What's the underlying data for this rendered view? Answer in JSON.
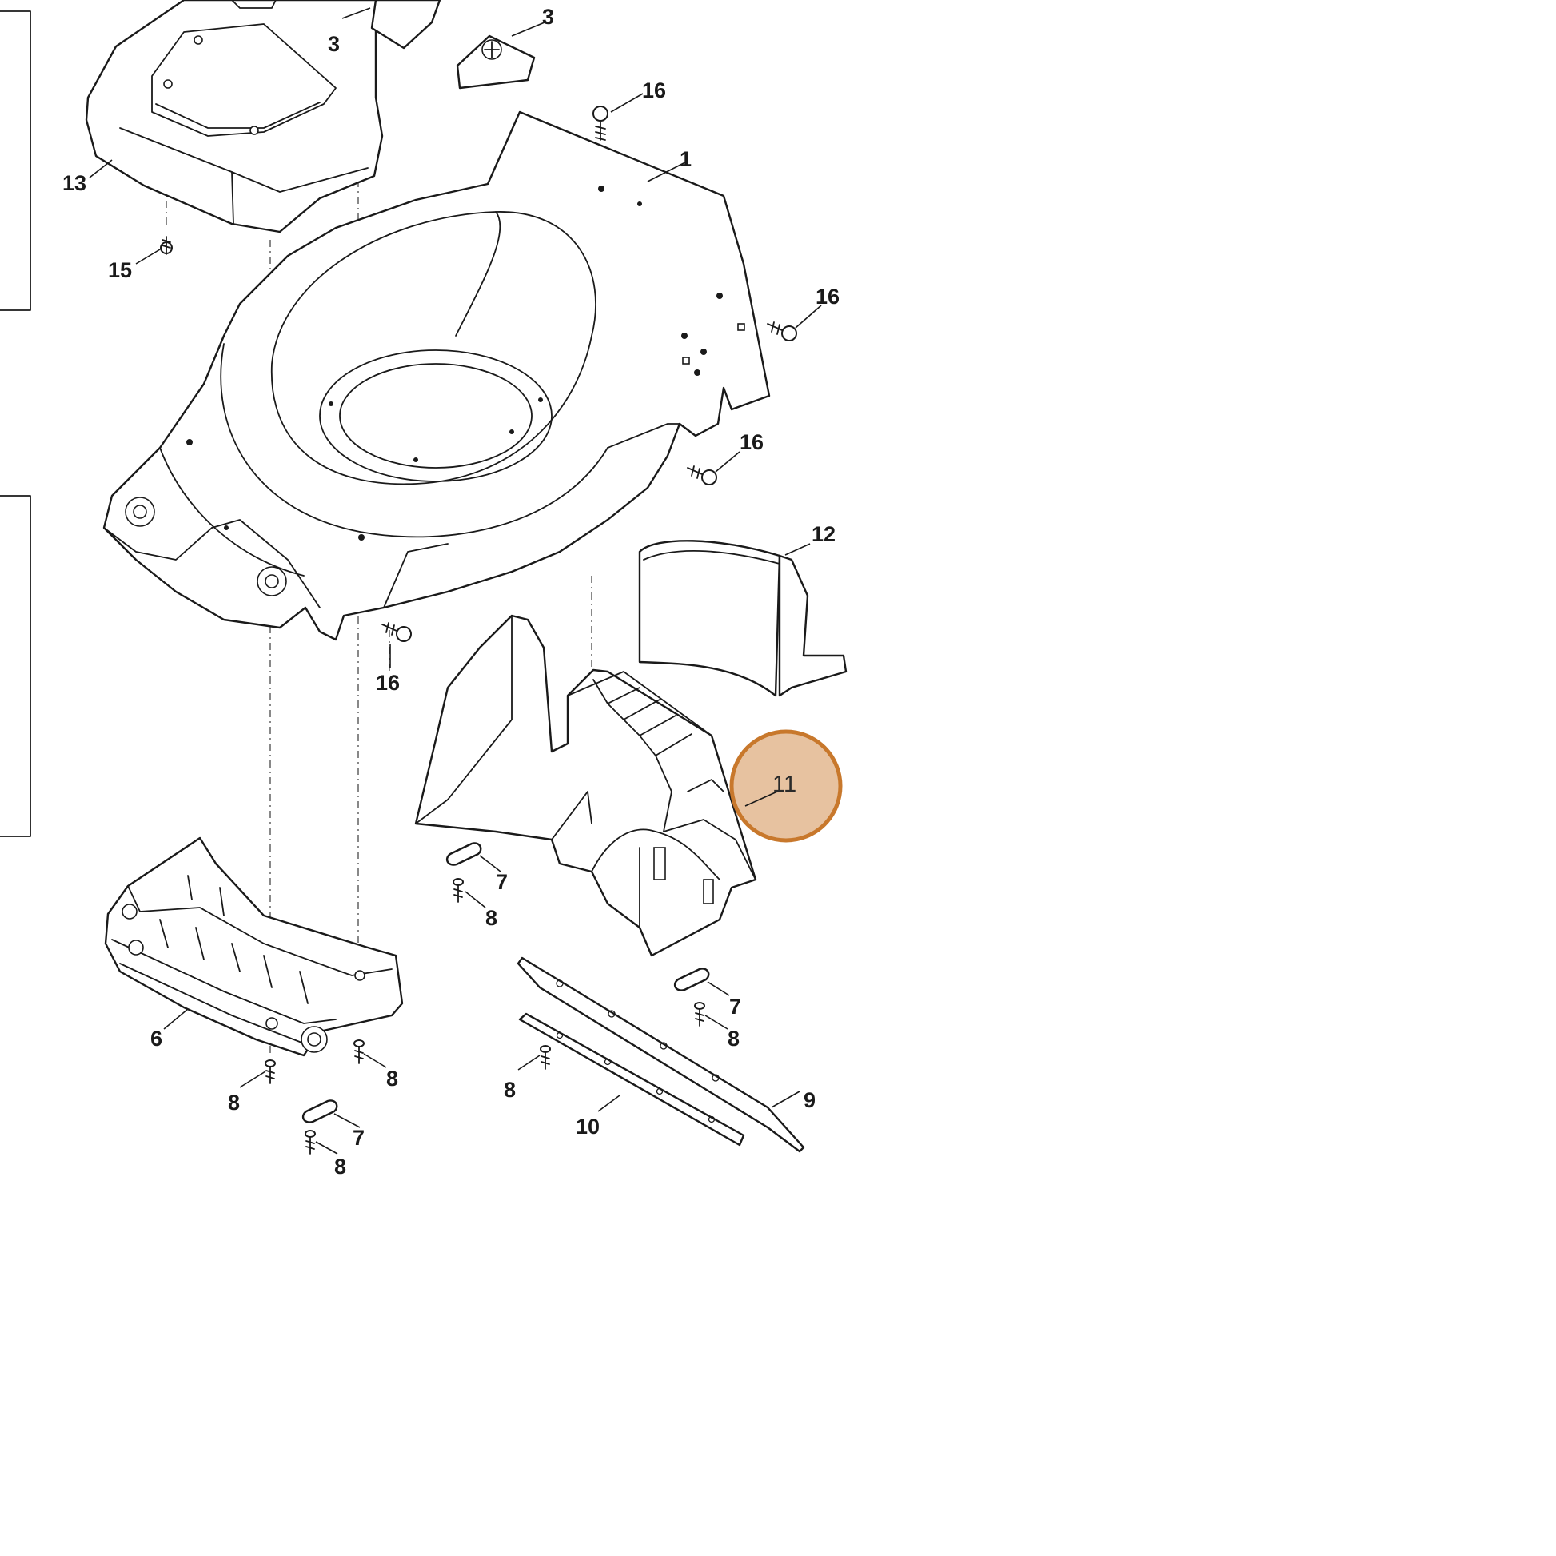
{
  "highlight_color": "#e7c2a0",
  "highlight_stroke": "#c8782c",
  "callouts": {
    "c3a": "3",
    "c3b": "3",
    "c16a": "16",
    "c1": "1",
    "c13": "13",
    "c15": "15",
    "c16b": "16",
    "c16c": "16",
    "c12": "12",
    "c16d": "16",
    "c11": "11",
    "c7a": "7",
    "c8a": "8",
    "c7b": "7",
    "c8b": "8",
    "c6": "6",
    "c8c": "8",
    "c8d": "8",
    "c7c": "7",
    "c8e": "8",
    "c8f": "8",
    "c9": "9",
    "c10": "10"
  }
}
